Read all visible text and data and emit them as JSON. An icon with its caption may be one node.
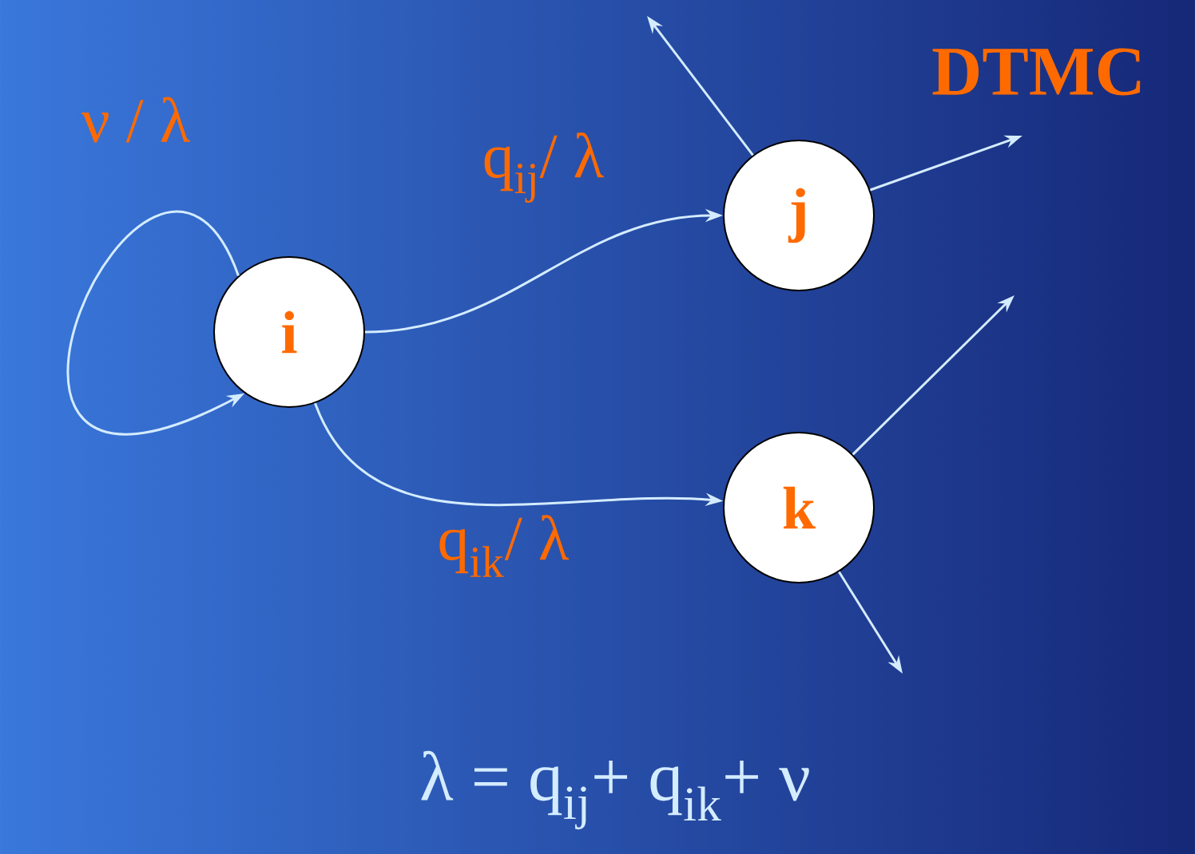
{
  "diagram": {
    "title": "DTMC",
    "nodes": [
      {
        "text": [
          "i"
        ]
      },
      {
        "text": [
          "j"
        ]
      },
      {
        "text": [
          "k"
        ]
      }
    ],
    "edges": [
      {
        "from": 0,
        "to": 0,
        "arrow": "to",
        "label": "ν / λ"
      },
      {
        "from": 0,
        "to": 1,
        "arrow": "to",
        "label": "q$_{ij}$/ λ"
      },
      {
        "from": 0,
        "to": 2,
        "arrow": "to",
        "label": "q$_{ik}$/ λ"
      },
      {
        "from": 1,
        "to": null,
        "arrow": "to"
      },
      {
        "from": 1,
        "to": null,
        "arrow": "to"
      },
      {
        "from": 2,
        "to": null,
        "arrow": "to"
      },
      {
        "from": 2,
        "to": null,
        "arrow": "to"
      }
    ],
    "labels": [
      "λ = q$_{ij}$+ q$_{ik}$+ ν"
    ]
  }
}
